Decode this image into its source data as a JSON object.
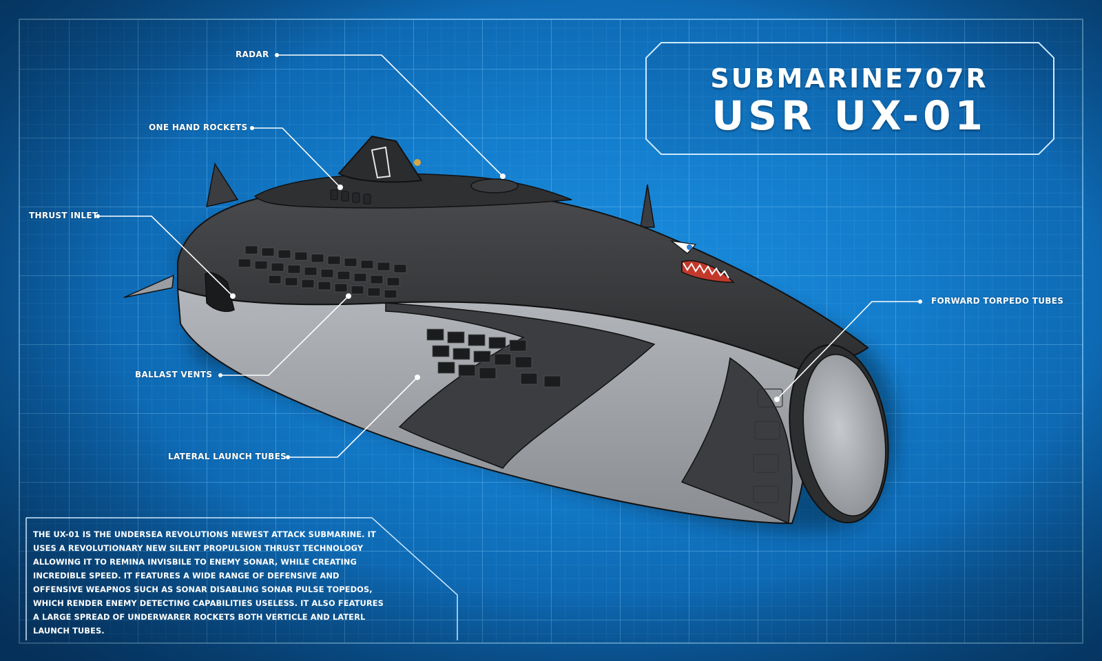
{
  "title": {
    "line1": "SUBMARINE707R",
    "line2": "USR UX-01"
  },
  "callouts": {
    "radar": "RADAR",
    "one_hand_rockets": "ONE HAND ROCKETS",
    "thrust_inlet": "THRUST INLET",
    "ballast_vents": "BALLAST VENTS",
    "lateral_launch_tubes": "LATERAL LAUNCH TUBES",
    "forward_torpedo_tubes": "FORWARD TORPEDO TUBES"
  },
  "description": "THE UX-01 IS THE UNDERSEA REVOLUTIONS NEWEST ATTACK SUBMARINE. IT USES A REVOLUTIONARY NEW SILENT PROPULSION THRUST TECHNOLOGY ALLOWING IT TO REMINA INVISBILE TO ENEMY SONAR, WHILE CREATING INCREDIBLE SPEED. IT FEATURES A WIDE RANGE OF DEFENSIVE AND OFFENSIVE WEAPNOS SUCH AS SONAR DISABLING SONAR PULSE TOPEDOS, WHICH RENDER ENEMY DETECTING CAPABILITIES USELESS. IT ALSO FEATURES A LARGE SPREAD OF UNDERWARER ROCKETS BOTH VERTICLE AND LATERL LAUNCH TUBES.",
  "colors": {
    "background": "#137ccb",
    "grid": "#5fb8f2",
    "hull_dark": "#3a3b3d",
    "hull_light": "#9a9da3",
    "text": "#ffffff"
  }
}
